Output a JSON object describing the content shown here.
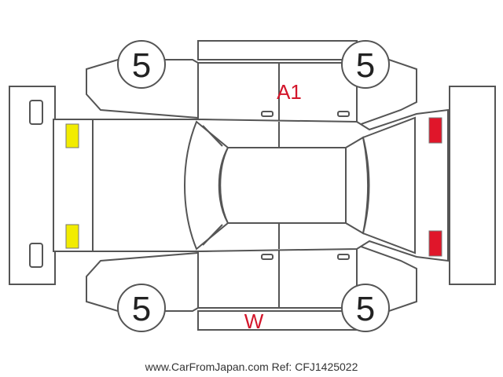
{
  "tires": {
    "front_left": "5",
    "front_right": "5",
    "rear_left": "5",
    "rear_right": "5"
  },
  "marks": {
    "a1": "A1",
    "w": "W"
  },
  "colors": {
    "outline": "#555555",
    "front_lamp_marker": "#f2ec00",
    "rear_lamp_marker": "#e0162a",
    "mark_text": "#d3162b"
  },
  "footer": {
    "text": "www.CarFromJapan.com Ref: CFJ1425022"
  }
}
